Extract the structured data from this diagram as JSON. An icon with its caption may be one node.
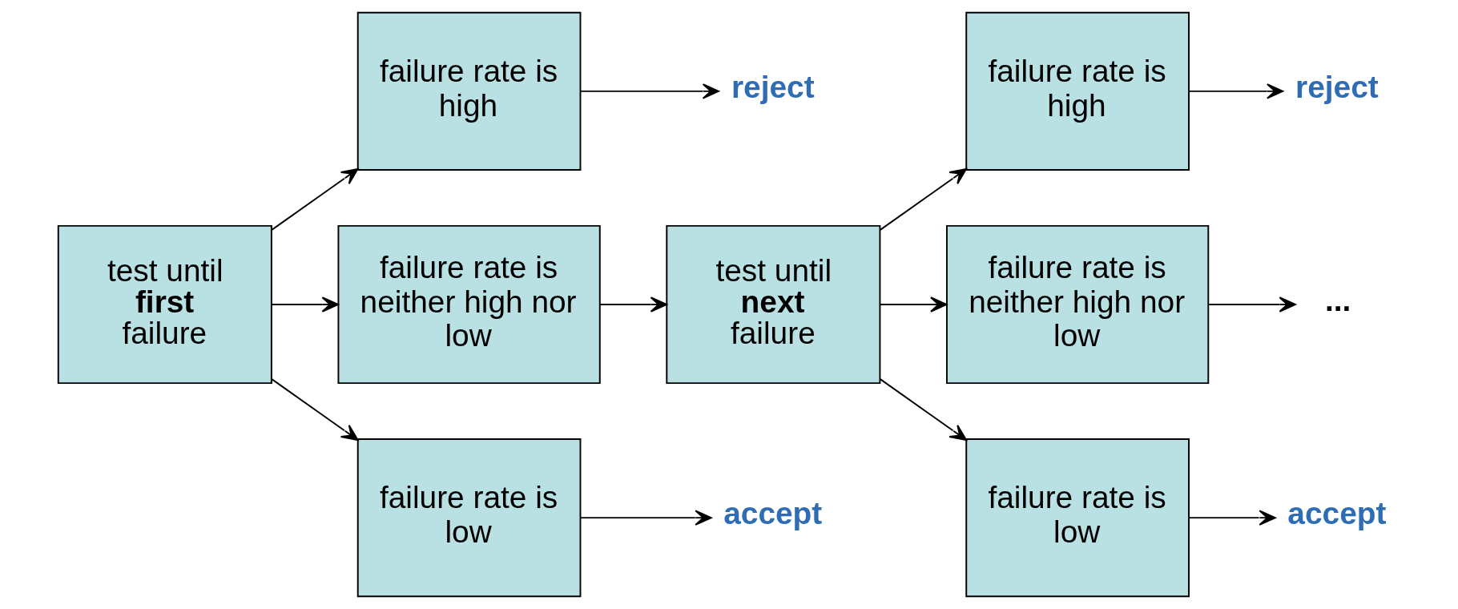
{
  "diagram": {
    "nodes": [
      {
        "text": [
          "test until **first** failure"
        ]
      },
      {
        "text": [
          "failure rate is high"
        ]
      },
      {
        "text": [
          "failure rate is neither high nor low"
        ]
      },
      {
        "text": [
          "failure rate is low"
        ]
      },
      {
        "text": [
          "reject"
        ]
      },
      {
        "text": [
          "accept"
        ]
      },
      {
        "text": [
          "test until **next** failure"
        ]
      },
      {
        "text": [
          "failure rate is high"
        ]
      },
      {
        "text": [
          "failure rate is neither high nor low"
        ]
      },
      {
        "text": [
          "failure rate is low"
        ]
      },
      {
        "text": [
          "reject"
        ]
      },
      {
        "text": [
          "..."
        ]
      },
      {
        "text": [
          "accept"
        ]
      }
    ],
    "edges": [
      {
        "from": 0,
        "to": 1,
        "arrow": "to"
      },
      {
        "from": 0,
        "to": 2,
        "arrow": "to"
      },
      {
        "from": 0,
        "to": 3,
        "arrow": "to"
      },
      {
        "from": 1,
        "to": 4,
        "arrow": "to"
      },
      {
        "from": 2,
        "to": 6,
        "arrow": "to"
      },
      {
        "from": 3,
        "to": 5,
        "arrow": "to"
      },
      {
        "from": 6,
        "to": 7,
        "arrow": "to"
      },
      {
        "from": 6,
        "to": 8,
        "arrow": "to"
      },
      {
        "from": 6,
        "to": 9,
        "arrow": "to"
      },
      {
        "from": 7,
        "to": 10,
        "arrow": "to"
      },
      {
        "from": 8,
        "to": 11,
        "arrow": "to"
      },
      {
        "from": 9,
        "to": 12,
        "arrow": "to"
      }
    ]
  }
}
